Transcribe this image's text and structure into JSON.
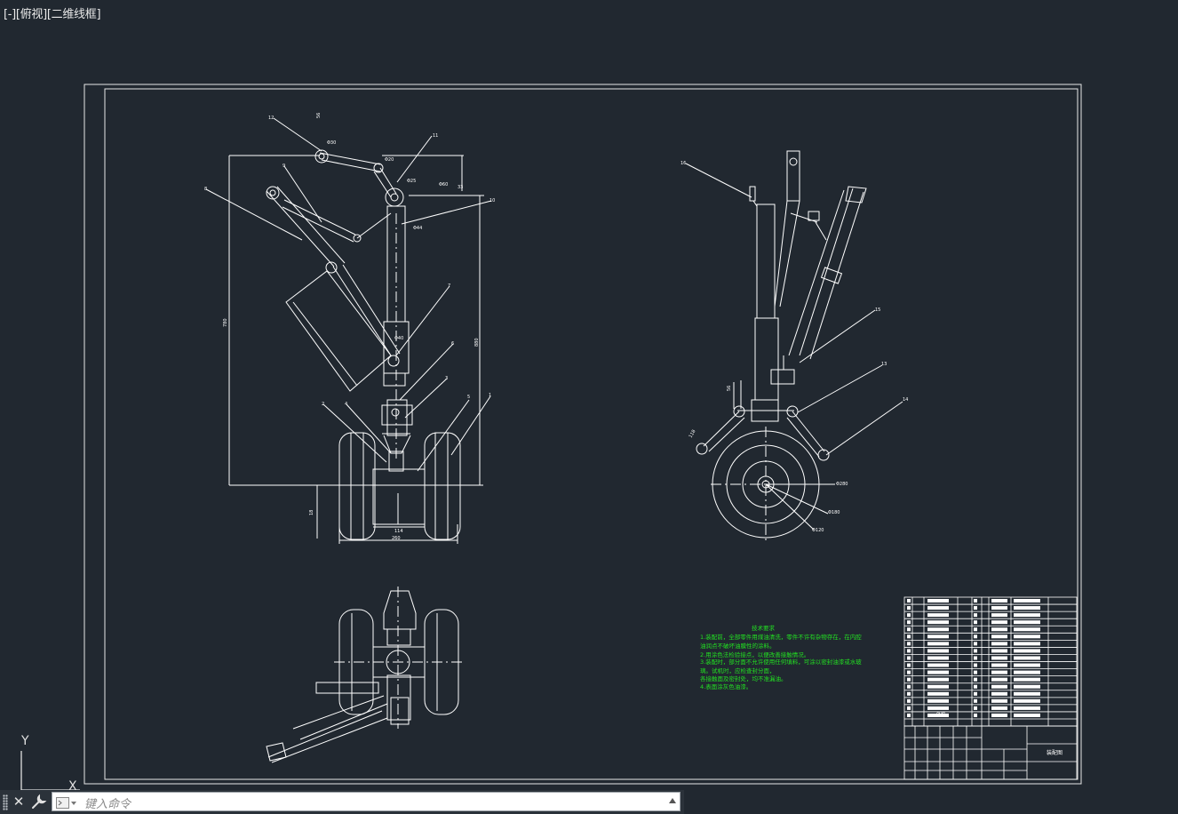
{
  "viewport": {
    "label": "[-][俯视][二维线框]"
  },
  "drawing": {
    "tech_req_title": "技术要求",
    "tech_req_lines": [
      "1.装配前，全部零件用煤油清洗，零件不许有杂物存在，在内腔",
      "油润点不破坏油膜性的涂料。",
      "2.用涂色法检验接点，以便改善接触情况。",
      "3.装配时，部分面不允许使用任何填料，可涂以密封油漆或水玻",
      "璃。试机时，应检查封分面，",
      "各接触面及密封处，均不准漏油。",
      "4.表面涂灰色油漆。"
    ],
    "title_block_label": "装配图",
    "bom_note": "外购",
    "dims": {
      "width_total": "260",
      "track": "114",
      "height_left": "780",
      "height_right": "880",
      "wheel_d1": "Φ280",
      "wheel_d2": "Φ180",
      "wheel_d3": "Φ120",
      "phi_44": "Φ44",
      "phi_60": "Φ60",
      "phi_25": "Φ25",
      "phi_20": "Φ20",
      "phi_40": "Φ40",
      "phi_30": "Φ30",
      "d_56": "56",
      "d_33": "33",
      "d_118": "118",
      "d_56b": "56",
      "d_18": "18"
    },
    "balloons_front": [
      "12",
      "11",
      "9",
      "8",
      "10",
      "7",
      "6",
      "2",
      "3",
      "4",
      "5",
      "1"
    ],
    "balloons_side": [
      "16",
      "15",
      "13",
      "14"
    ]
  },
  "ucs": {
    "y_label": "Y",
    "x_label": "X"
  },
  "command": {
    "close_glyph": "✕",
    "placeholder": "键入命令"
  },
  "colors": {
    "background": "#212830",
    "lines": "#ffffff",
    "annotation": "#22e022",
    "cmd_bar": "#2b323a"
  }
}
